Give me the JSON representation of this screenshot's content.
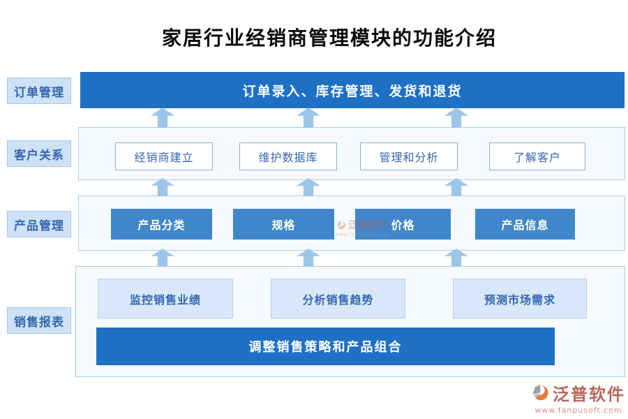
{
  "title": "家居行业经销商管理模块的功能介绍",
  "sections": {
    "order": {
      "label": "订单管理",
      "bar": "订单录入、库存管理、发货和退货"
    },
    "customer": {
      "label": "客户关系",
      "items": [
        "经销商建立",
        "维护数据库",
        "管理和分析",
        "了解客户"
      ]
    },
    "product": {
      "label": "产品管理",
      "items": [
        "产品分类",
        "规格",
        "价格",
        "产品信息"
      ]
    },
    "sales": {
      "label": "销售报表",
      "items": [
        "监控销售业绩",
        "分析销售趋势",
        "预测市场需求"
      ],
      "bar": "调整销售策略和产品组合"
    }
  },
  "watermark": {
    "brand": "泛普软件",
    "url": "www.fanpusoft.com"
  },
  "footer_logo": {
    "brand": "泛普软件",
    "url": "www.fanpusoft.com"
  },
  "colors": {
    "primary_blue": "#1e70c5",
    "mid_blue": "#3f87ca",
    "arrow_blue": "#9cc5e8",
    "panel_fill": "#f7fafd",
    "label_fill": "#cde2f6",
    "text_blue": "#3566b0",
    "brand_red": "#b5675a",
    "brand_orange": "#e8793a"
  }
}
